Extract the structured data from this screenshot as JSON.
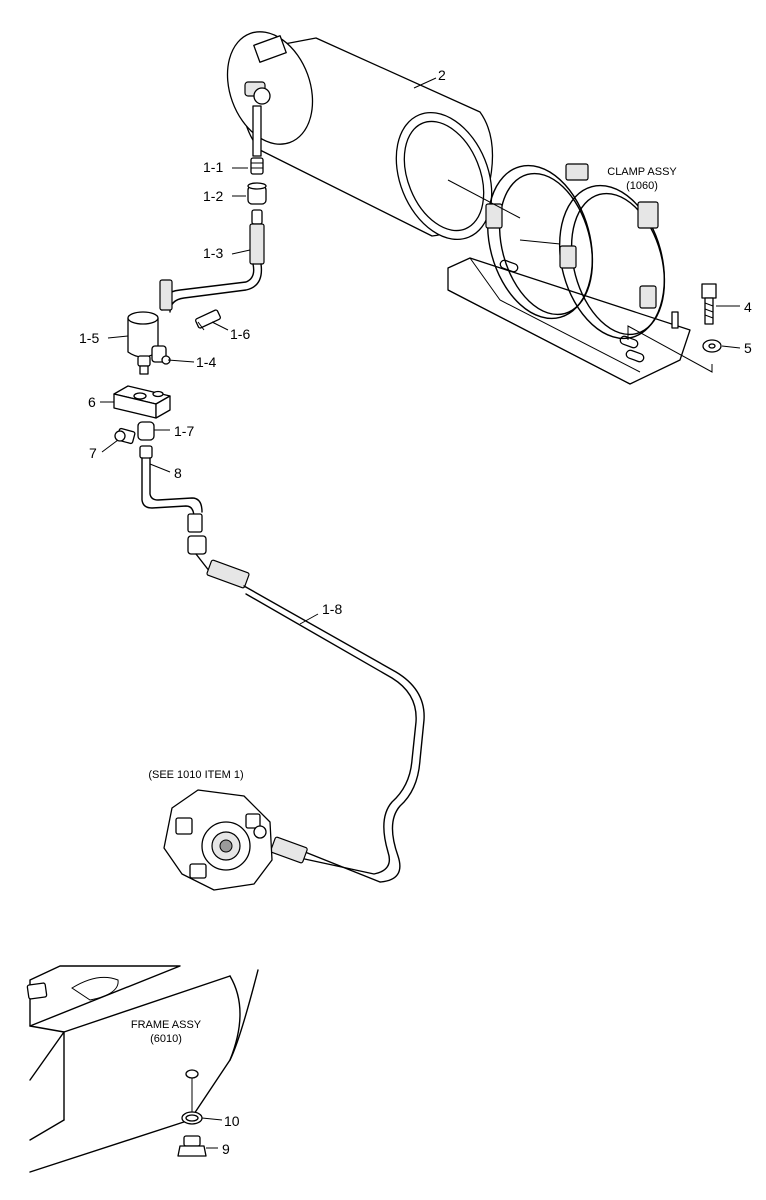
{
  "callouts": {
    "c2": "2",
    "c1_1": "1-1",
    "c1_2": "1-2",
    "c1_3": "1-3",
    "c1_5": "1-5",
    "c1_6": "1-6",
    "c1_4": "1-4",
    "c6": "6",
    "c1_7": "1-7",
    "c7": "7",
    "c8": "8",
    "c1_8": "1-8",
    "c4": "4",
    "c5": "5",
    "c10": "10",
    "c9": "9"
  },
  "notes": {
    "clamp_line1": "CLAMP ASSY",
    "clamp_line2": "(1060)",
    "see_1010": "(SEE 1010 ITEM 1)",
    "frame_line1": "FRAME ASSY",
    "frame_line2": "(6010)"
  }
}
